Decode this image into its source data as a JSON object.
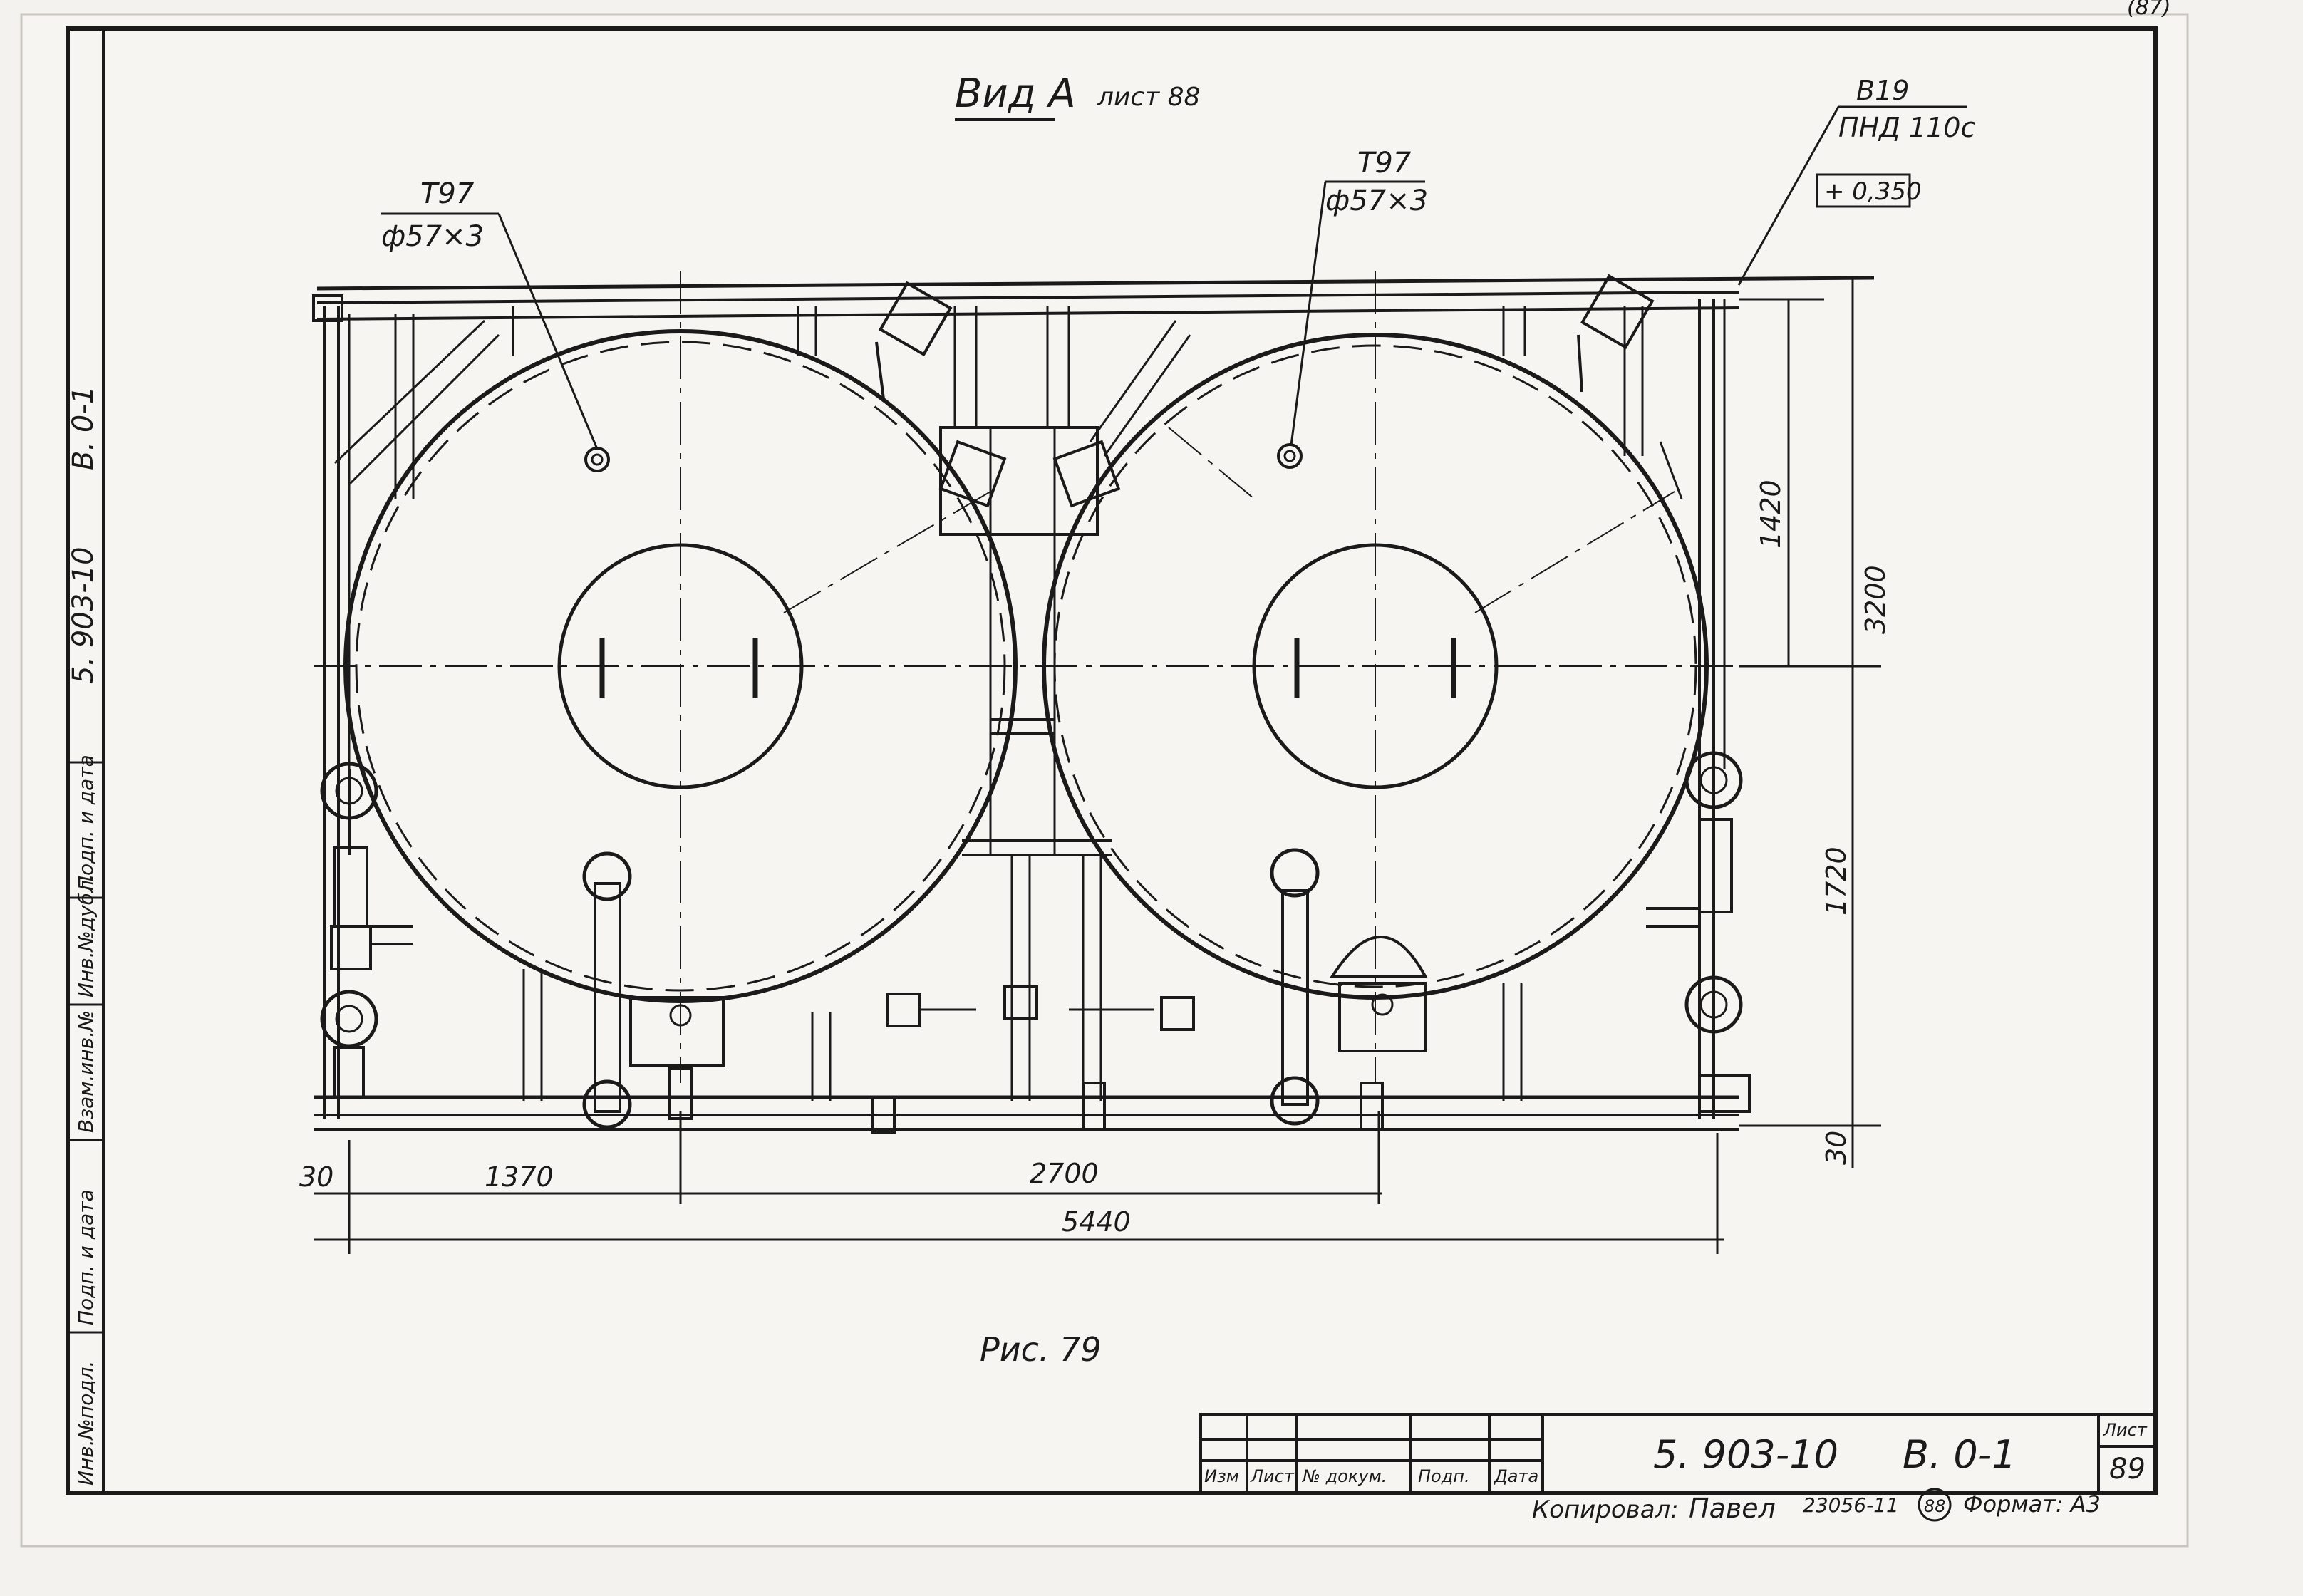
{
  "drawing": {
    "view_title": "Вид А",
    "view_sheet_ref": "лист 88",
    "left_pipe": {
      "code": "Т97",
      "size": "ф57×3"
    },
    "right_pipe": {
      "code": "Т97",
      "size": "ф57×3"
    },
    "valve": {
      "code": "В19",
      "type": "ПНД 110с"
    },
    "elevation": "+ 0,350",
    "dimensions": {
      "d_30_left": "30",
      "d_1370": "1370",
      "d_2700": "2700",
      "d_5440": "5440",
      "d_1420": "1420",
      "d_3200": "3200",
      "d_1720": "1720",
      "d_30_right": "30"
    },
    "figure_caption": "Рис. 79",
    "corner_page": "(87)"
  },
  "side_stamp": {
    "doc_number": "5. 903-10",
    "doc_issue": "В. 0-1",
    "cells": [
      "Инв.№подл.",
      "Подп. и дата",
      "Взам.инв.№",
      "Инв.№дубл.",
      "Подп. и дата"
    ]
  },
  "title_block": {
    "doc_number": "5. 903-10",
    "doc_issue": "В. 0-1",
    "col_headers": [
      "Изм",
      "Лист",
      "№ докум.",
      "Подп.",
      "Дата"
    ],
    "sheet_label": "Лист",
    "sheet_number": "89"
  },
  "footer": {
    "copied_label": "Копировал:",
    "copied_signature": "Павел",
    "order_number": "23056-11",
    "sheet_circle": "88",
    "format_label": "Формат: А3"
  }
}
